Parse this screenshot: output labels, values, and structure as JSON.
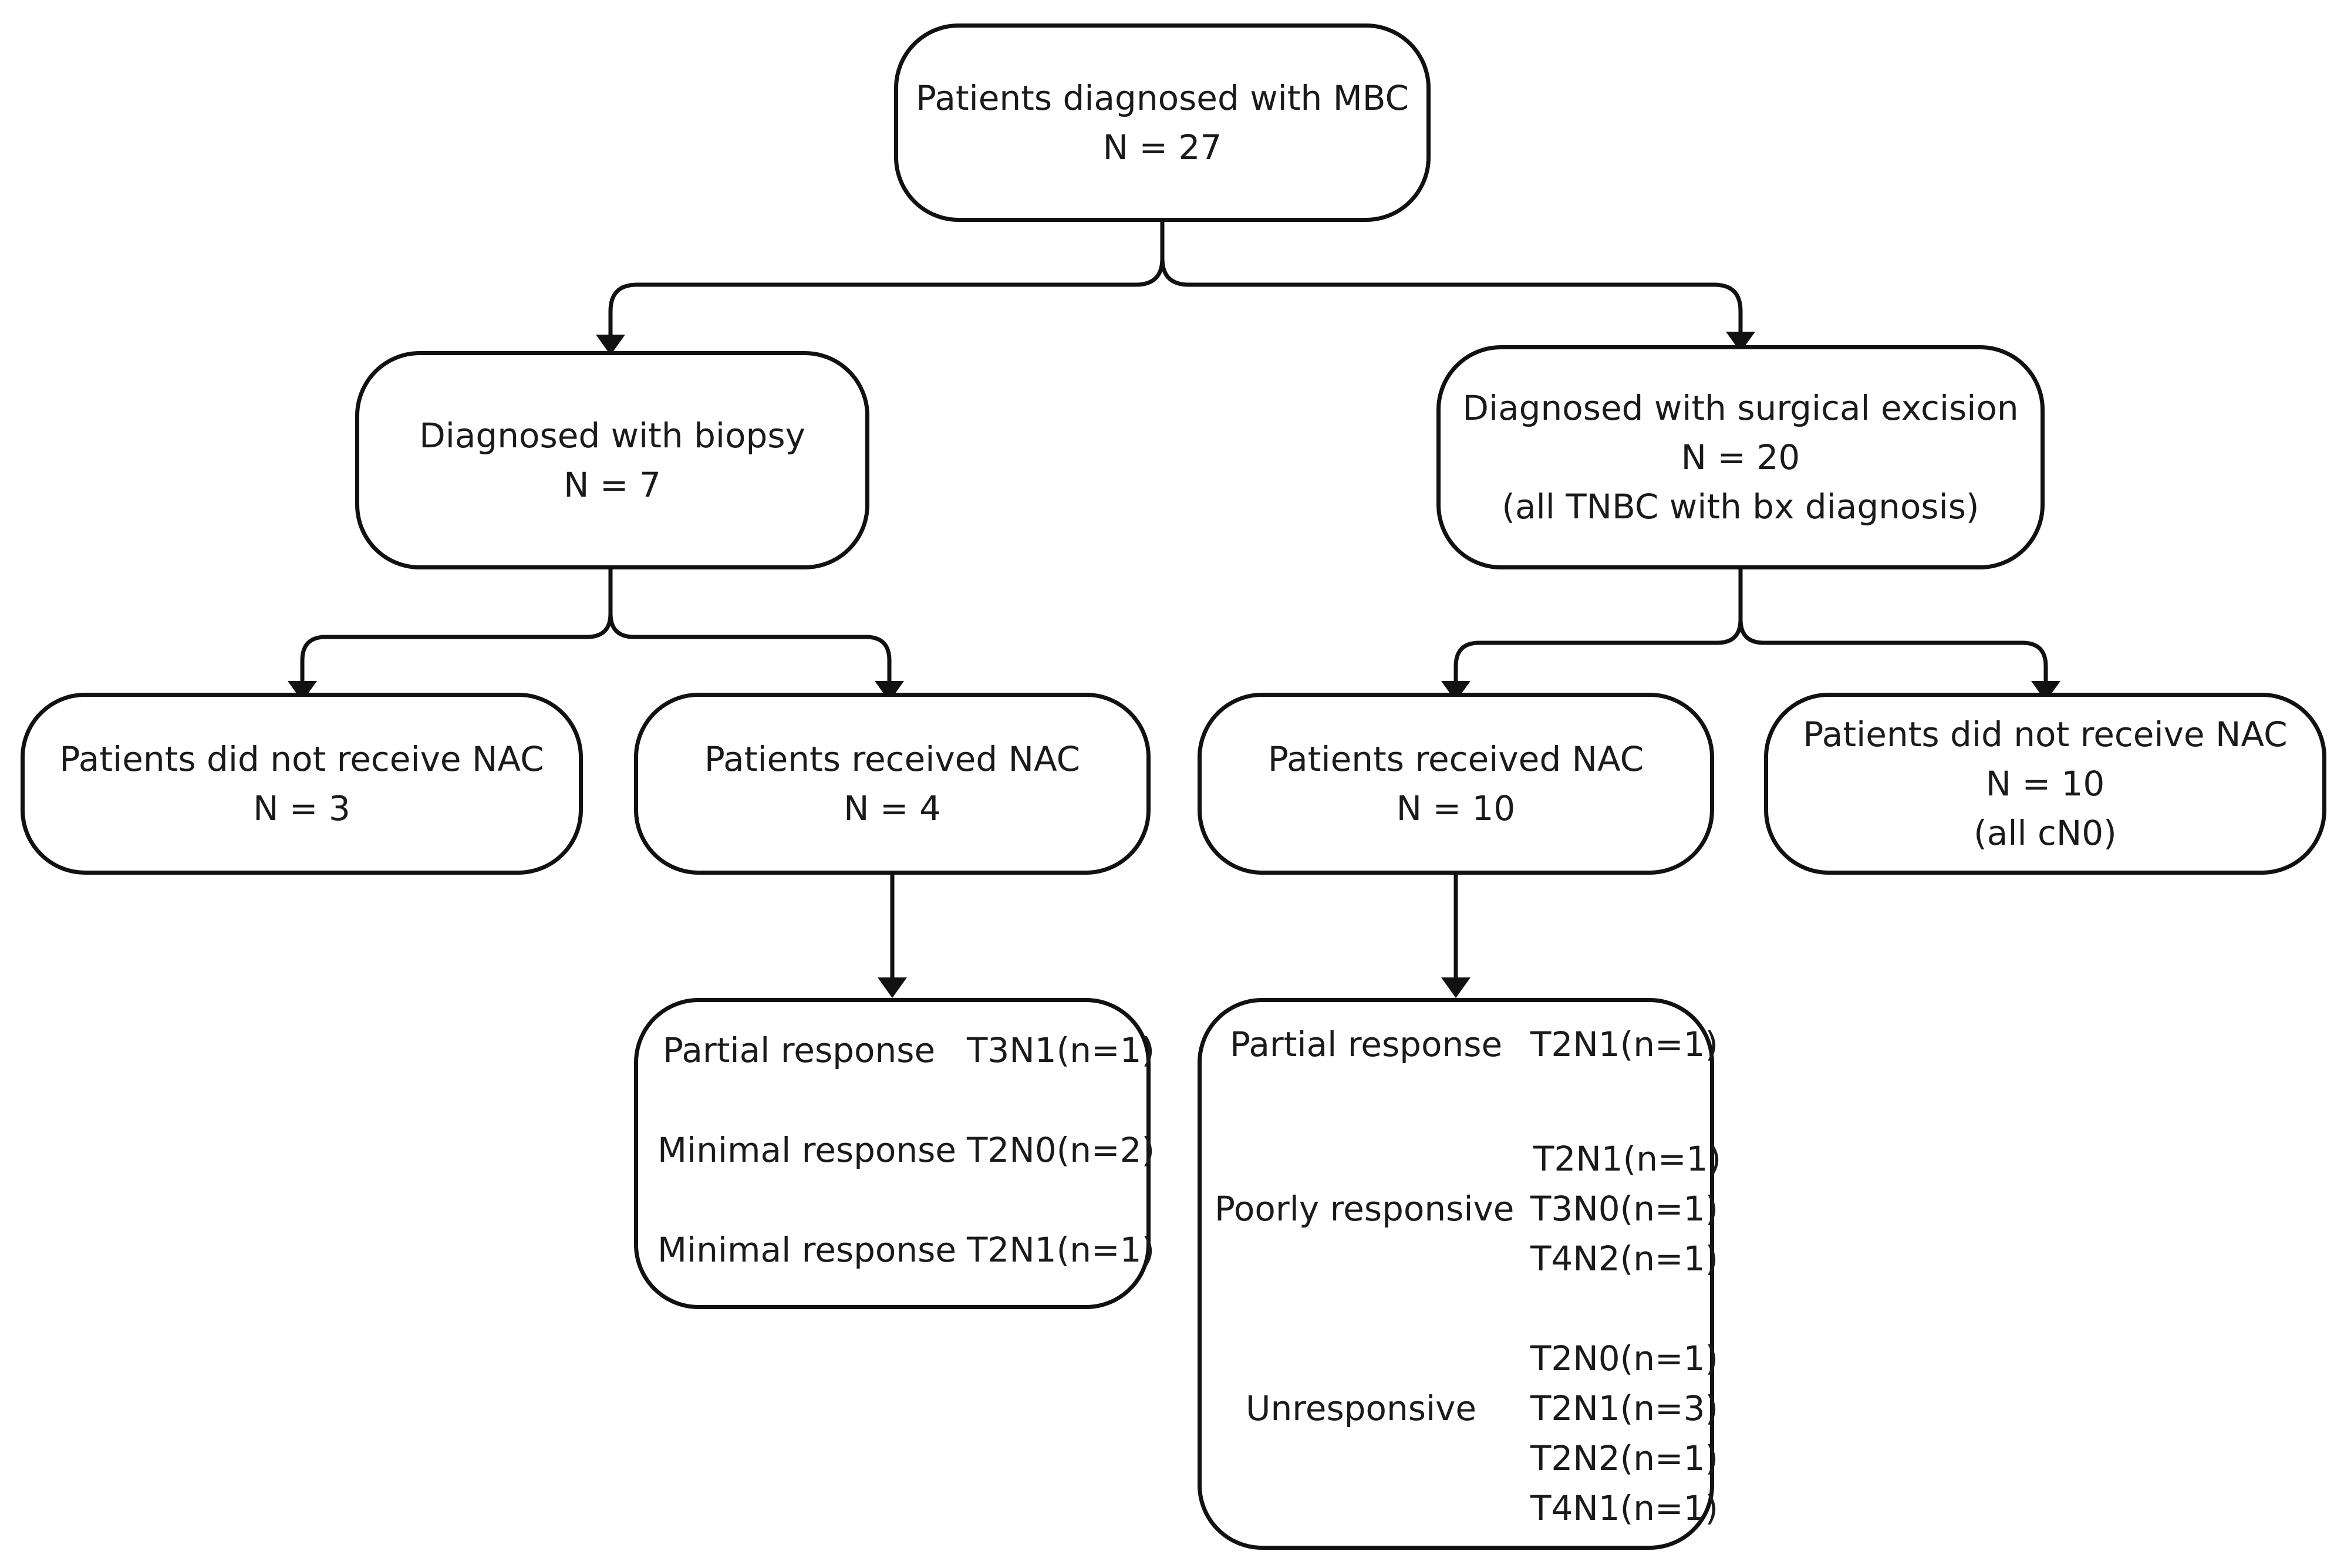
{
  "root": {
    "title": "Patients diagnosed with MBC",
    "count": "N = 27"
  },
  "biopsy": {
    "title": "Diagnosed with biopsy",
    "count": "N = 7"
  },
  "excision": {
    "title": "Diagnosed with surgical excision",
    "count": "N = 20",
    "note": "(all TNBC with bx diagnosis)"
  },
  "biopsy_no_nac": {
    "title": "Patients did not receive NAC",
    "count": "N = 3"
  },
  "biopsy_nac": {
    "title": "Patients received NAC",
    "count": "N = 4"
  },
  "excision_nac": {
    "title": "Patients received NAC",
    "count": "N = 10"
  },
  "excision_no_nac": {
    "title": "Patients did not receive NAC",
    "count": "N = 10",
    "note": "(all cN0)"
  },
  "biopsy_nac_outcomes": [
    {
      "response": "Partial response",
      "stage": "T3N1(n=1)"
    },
    {
      "response": "Minimal response",
      "stage": "T2N0(n=2)"
    },
    {
      "response": "Minimal response",
      "stage": "T2N1(n=1)"
    }
  ],
  "excision_nac_outcomes": {
    "partial": {
      "response": "Partial response",
      "stages": [
        "T2N1(n=1)"
      ]
    },
    "poor": {
      "response": "Poorly responsive",
      "stages": [
        "T2N1(n=1)",
        "T3N0(n=1)",
        "T4N2(n=1)"
      ]
    },
    "unresponsive": {
      "response": "Unresponsive",
      "stages": [
        "T2N0(n=1)",
        "T2N1(n=3)",
        "T2N2(n=1)",
        "T4N1(n=1)"
      ]
    }
  }
}
